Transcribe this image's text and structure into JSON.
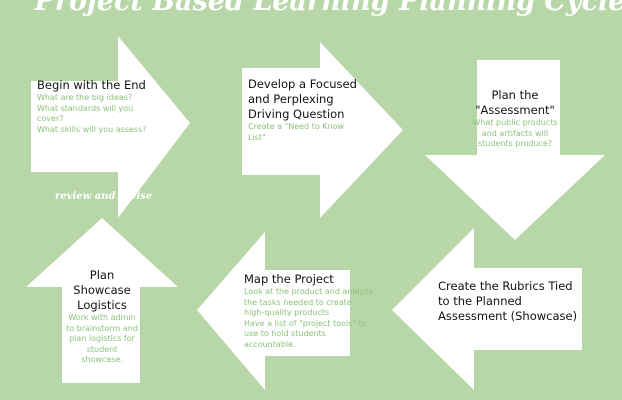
{
  "title": "Project Based Learning Planning Cycle",
  "review_label": "review and revise",
  "colors": {
    "background": "#b7d7a8",
    "arrow": "#ffffff",
    "subtext": "#8cc27a"
  },
  "steps": [
    {
      "heading": "Begin with the End",
      "details": [
        "What are the big ideas?",
        "What standards will you cover?",
        "What skills will you assess?"
      ]
    },
    {
      "heading": "Develop a Focused and Perplexing Driving Question",
      "details": [
        "Create a \"Need to Know List\""
      ]
    },
    {
      "heading": "Plan the \"Assessment\"",
      "details": [
        "What public products and artifacts will students produce?"
      ]
    },
    {
      "heading": "Create the Rubrics Tied to the Planned Assessment (Showcase)",
      "details": []
    },
    {
      "heading": "Map the Project",
      "details": [
        "Look at the product and analyze the tasks needed to create high-quality products",
        "Have a list of \"project  tools\" to use to hold students accountable."
      ]
    },
    {
      "heading": "Plan Showcase Logistics",
      "details": [
        "Work with admin to brainstorm and plan logistics for student showcase."
      ]
    }
  ]
}
